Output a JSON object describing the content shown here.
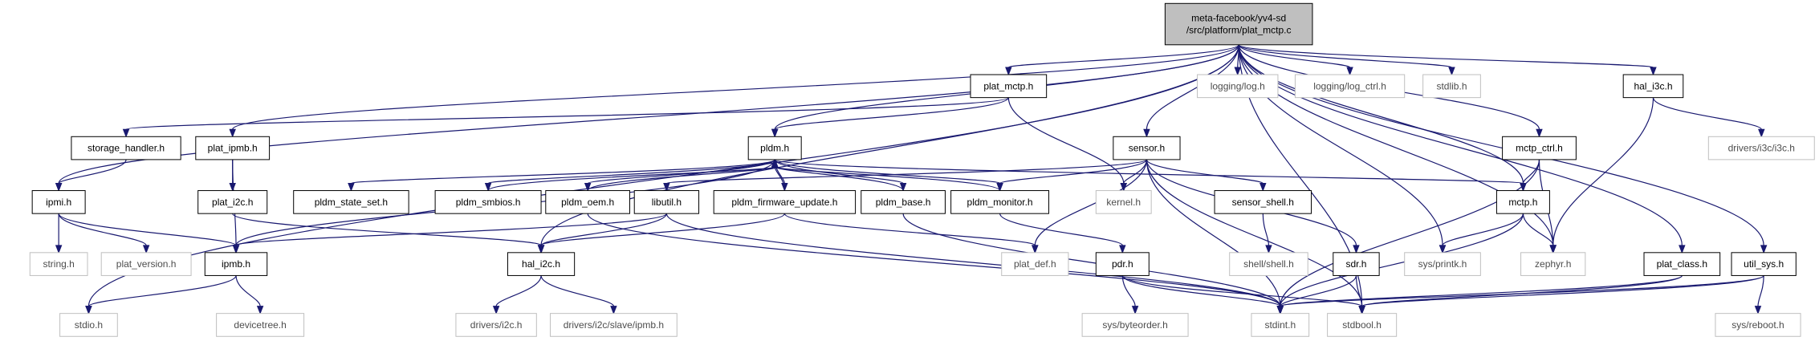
{
  "colors": {
    "edge": "#191970",
    "main_fill": "#bfbfbf",
    "border": "#000000",
    "external_border": "#bfbfbf",
    "external_text": "#4d4d4d"
  },
  "nodes": [
    {
      "id": "main",
      "label": [
        "meta-facebook/yv4-sd",
        "/src/platform/plat_mctp.c"
      ],
      "kind": "main"
    },
    {
      "id": "plat_mctp",
      "label": [
        "plat_mctp.h"
      ],
      "kind": "internal"
    },
    {
      "id": "logging_log",
      "label": [
        "logging/log.h"
      ],
      "kind": "external"
    },
    {
      "id": "logging_log_ctrl",
      "label": [
        "logging/log_ctrl.h"
      ],
      "kind": "external"
    },
    {
      "id": "stdlib",
      "label": [
        "stdlib.h"
      ],
      "kind": "external"
    },
    {
      "id": "hal_i3c",
      "label": [
        "hal_i3c.h"
      ],
      "kind": "internal"
    },
    {
      "id": "storage_handler",
      "label": [
        "storage_handler.h"
      ],
      "kind": "internal"
    },
    {
      "id": "plat_ipmb",
      "label": [
        "plat_ipmb.h"
      ],
      "kind": "internal"
    },
    {
      "id": "pldm",
      "label": [
        "pldm.h"
      ],
      "kind": "internal"
    },
    {
      "id": "sensor",
      "label": [
        "sensor.h"
      ],
      "kind": "internal"
    },
    {
      "id": "mctp_ctrl",
      "label": [
        "mctp_ctrl.h"
      ],
      "kind": "internal"
    },
    {
      "id": "drivers_i3c",
      "label": [
        "drivers/i3c/i3c.h"
      ],
      "kind": "external"
    },
    {
      "id": "ipmi",
      "label": [
        "ipmi.h"
      ],
      "kind": "internal"
    },
    {
      "id": "plat_i2c",
      "label": [
        "plat_i2c.h"
      ],
      "kind": "internal"
    },
    {
      "id": "pldm_state_set",
      "label": [
        "pldm_state_set.h"
      ],
      "kind": "internal"
    },
    {
      "id": "pldm_smbios",
      "label": [
        "pldm_smbios.h"
      ],
      "kind": "internal"
    },
    {
      "id": "pldm_oem",
      "label": [
        "pldm_oem.h"
      ],
      "kind": "internal"
    },
    {
      "id": "libutil",
      "label": [
        "libutil.h"
      ],
      "kind": "internal"
    },
    {
      "id": "pldm_firmware_update",
      "label": [
        "pldm_firmware_update.h"
      ],
      "kind": "internal"
    },
    {
      "id": "pldm_base",
      "label": [
        "pldm_base.h"
      ],
      "kind": "internal"
    },
    {
      "id": "pldm_monitor",
      "label": [
        "pldm_monitor.h"
      ],
      "kind": "internal"
    },
    {
      "id": "kernel",
      "label": [
        "kernel.h"
      ],
      "kind": "external"
    },
    {
      "id": "sensor_shell",
      "label": [
        "sensor_shell.h"
      ],
      "kind": "internal"
    },
    {
      "id": "mctp",
      "label": [
        "mctp.h"
      ],
      "kind": "internal"
    },
    {
      "id": "string",
      "label": [
        "string.h"
      ],
      "kind": "external"
    },
    {
      "id": "plat_version",
      "label": [
        "plat_version.h"
      ],
      "kind": "external"
    },
    {
      "id": "ipmb",
      "label": [
        "ipmb.h"
      ],
      "kind": "internal"
    },
    {
      "id": "hal_i2c",
      "label": [
        "hal_i2c.h"
      ],
      "kind": "internal"
    },
    {
      "id": "plat_def",
      "label": [
        "plat_def.h"
      ],
      "kind": "external"
    },
    {
      "id": "pdr",
      "label": [
        "pdr.h"
      ],
      "kind": "internal"
    },
    {
      "id": "shell_shell",
      "label": [
        "shell/shell.h"
      ],
      "kind": "external"
    },
    {
      "id": "sdr",
      "label": [
        "sdr.h"
      ],
      "kind": "internal"
    },
    {
      "id": "sys_printk",
      "label": [
        "sys/printk.h"
      ],
      "kind": "external"
    },
    {
      "id": "zephyr",
      "label": [
        "zephyr.h"
      ],
      "kind": "external"
    },
    {
      "id": "plat_class",
      "label": [
        "plat_class.h"
      ],
      "kind": "internal"
    },
    {
      "id": "util_sys",
      "label": [
        "util_sys.h"
      ],
      "kind": "internal"
    },
    {
      "id": "stdio",
      "label": [
        "stdio.h"
      ],
      "kind": "external"
    },
    {
      "id": "devicetree",
      "label": [
        "devicetree.h"
      ],
      "kind": "external"
    },
    {
      "id": "drivers_i2c",
      "label": [
        "drivers/i2c.h"
      ],
      "kind": "external"
    },
    {
      "id": "drivers_i2c_slave_ipmb",
      "label": [
        "drivers/i2c/slave/ipmb.h"
      ],
      "kind": "external"
    },
    {
      "id": "stdint",
      "label": [
        "stdint.h"
      ],
      "kind": "external"
    },
    {
      "id": "stdbool",
      "label": [
        "stdbool.h"
      ],
      "kind": "external"
    },
    {
      "id": "sys_byteorder",
      "label": [
        "sys/byteorder.h"
      ],
      "kind": "external"
    },
    {
      "id": "sys_reboot",
      "label": [
        "sys/reboot.h"
      ],
      "kind": "external"
    }
  ],
  "edges": [
    [
      "main",
      "plat_mctp"
    ],
    [
      "main",
      "logging_log"
    ],
    [
      "main",
      "logging_log_ctrl"
    ],
    [
      "main",
      "stdlib"
    ],
    [
      "main",
      "hal_i3c"
    ],
    [
      "main",
      "plat_ipmb"
    ],
    [
      "main",
      "pldm"
    ],
    [
      "main",
      "sensor"
    ],
    [
      "main",
      "mctp_ctrl"
    ],
    [
      "main",
      "ipmi"
    ],
    [
      "main",
      "stdio"
    ],
    [
      "main",
      "hal_i2c"
    ],
    [
      "main",
      "mctp"
    ],
    [
      "main",
      "sys_printk"
    ],
    [
      "main",
      "zephyr"
    ],
    [
      "main",
      "stdbool"
    ],
    [
      "main",
      "plat_class"
    ],
    [
      "main",
      "util_sys"
    ],
    [
      "plat_mctp",
      "storage_handler"
    ],
    [
      "plat_mctp",
      "pldm"
    ],
    [
      "plat_mctp",
      "kernel"
    ],
    [
      "storage_handler",
      "ipmi"
    ],
    [
      "plat_ipmb",
      "plat_i2c"
    ],
    [
      "plat_ipmb",
      "ipmb"
    ],
    [
      "hal_i3c",
      "drivers_i3c"
    ],
    [
      "hal_i3c",
      "zephyr"
    ],
    [
      "ipmi",
      "string"
    ],
    [
      "ipmi",
      "plat_version"
    ],
    [
      "ipmi",
      "ipmb"
    ],
    [
      "plat_i2c",
      "hal_i2c"
    ],
    [
      "pldm",
      "ipmb"
    ],
    [
      "pldm",
      "pldm_state_set"
    ],
    [
      "pldm",
      "pldm_smbios"
    ],
    [
      "pldm",
      "pldm_oem"
    ],
    [
      "pldm",
      "pldm_firmware_update"
    ],
    [
      "pldm",
      "pldm_base"
    ],
    [
      "pldm",
      "pldm_monitor"
    ],
    [
      "pldm",
      "mctp"
    ],
    [
      "pldm_smbios",
      "pldm"
    ],
    [
      "pldm_oem",
      "pldm"
    ],
    [
      "pldm_firmware_update",
      "pldm"
    ],
    [
      "pldm_base",
      "pldm"
    ],
    [
      "pldm_monitor",
      "pldm"
    ],
    [
      "pldm_oem",
      "stdint"
    ],
    [
      "pldm_firmware_update",
      "hal_i2c"
    ],
    [
      "pldm_firmware_update",
      "plat_def"
    ],
    [
      "pldm_base",
      "stdint"
    ],
    [
      "pldm_monitor",
      "pdr"
    ],
    [
      "sensor",
      "libutil"
    ],
    [
      "sensor",
      "pldm_monitor"
    ],
    [
      "sensor",
      "kernel"
    ],
    [
      "sensor",
      "plat_def"
    ],
    [
      "sensor",
      "sensor_shell"
    ],
    [
      "sensor",
      "sdr"
    ],
    [
      "sensor",
      "stdint"
    ],
    [
      "sensor",
      "stdbool"
    ],
    [
      "libutil",
      "ipmb"
    ],
    [
      "libutil",
      "hal_i2c"
    ],
    [
      "libutil",
      "stdint"
    ],
    [
      "sensor_shell",
      "shell_shell"
    ],
    [
      "mctp_ctrl",
      "mctp"
    ],
    [
      "mctp_ctrl",
      "zephyr"
    ],
    [
      "mctp_ctrl",
      "stdint"
    ],
    [
      "mctp",
      "sys_printk"
    ],
    [
      "mctp",
      "zephyr"
    ],
    [
      "mctp",
      "stdint"
    ],
    [
      "ipmb",
      "stdio"
    ],
    [
      "ipmb",
      "devicetree"
    ],
    [
      "hal_i2c",
      "drivers_i2c"
    ],
    [
      "hal_i2c",
      "drivers_i2c_slave_ipmb"
    ],
    [
      "pdr",
      "sys_byteorder"
    ],
    [
      "pdr",
      "stdint"
    ],
    [
      "pdr",
      "stdbool"
    ],
    [
      "sdr",
      "stdint"
    ],
    [
      "sdr",
      "stdbool"
    ],
    [
      "plat_class",
      "stdint"
    ],
    [
      "plat_class",
      "stdbool"
    ],
    [
      "util_sys",
      "stdint"
    ],
    [
      "util_sys",
      "stdbool"
    ],
    [
      "util_sys",
      "sys_reboot"
    ]
  ]
}
